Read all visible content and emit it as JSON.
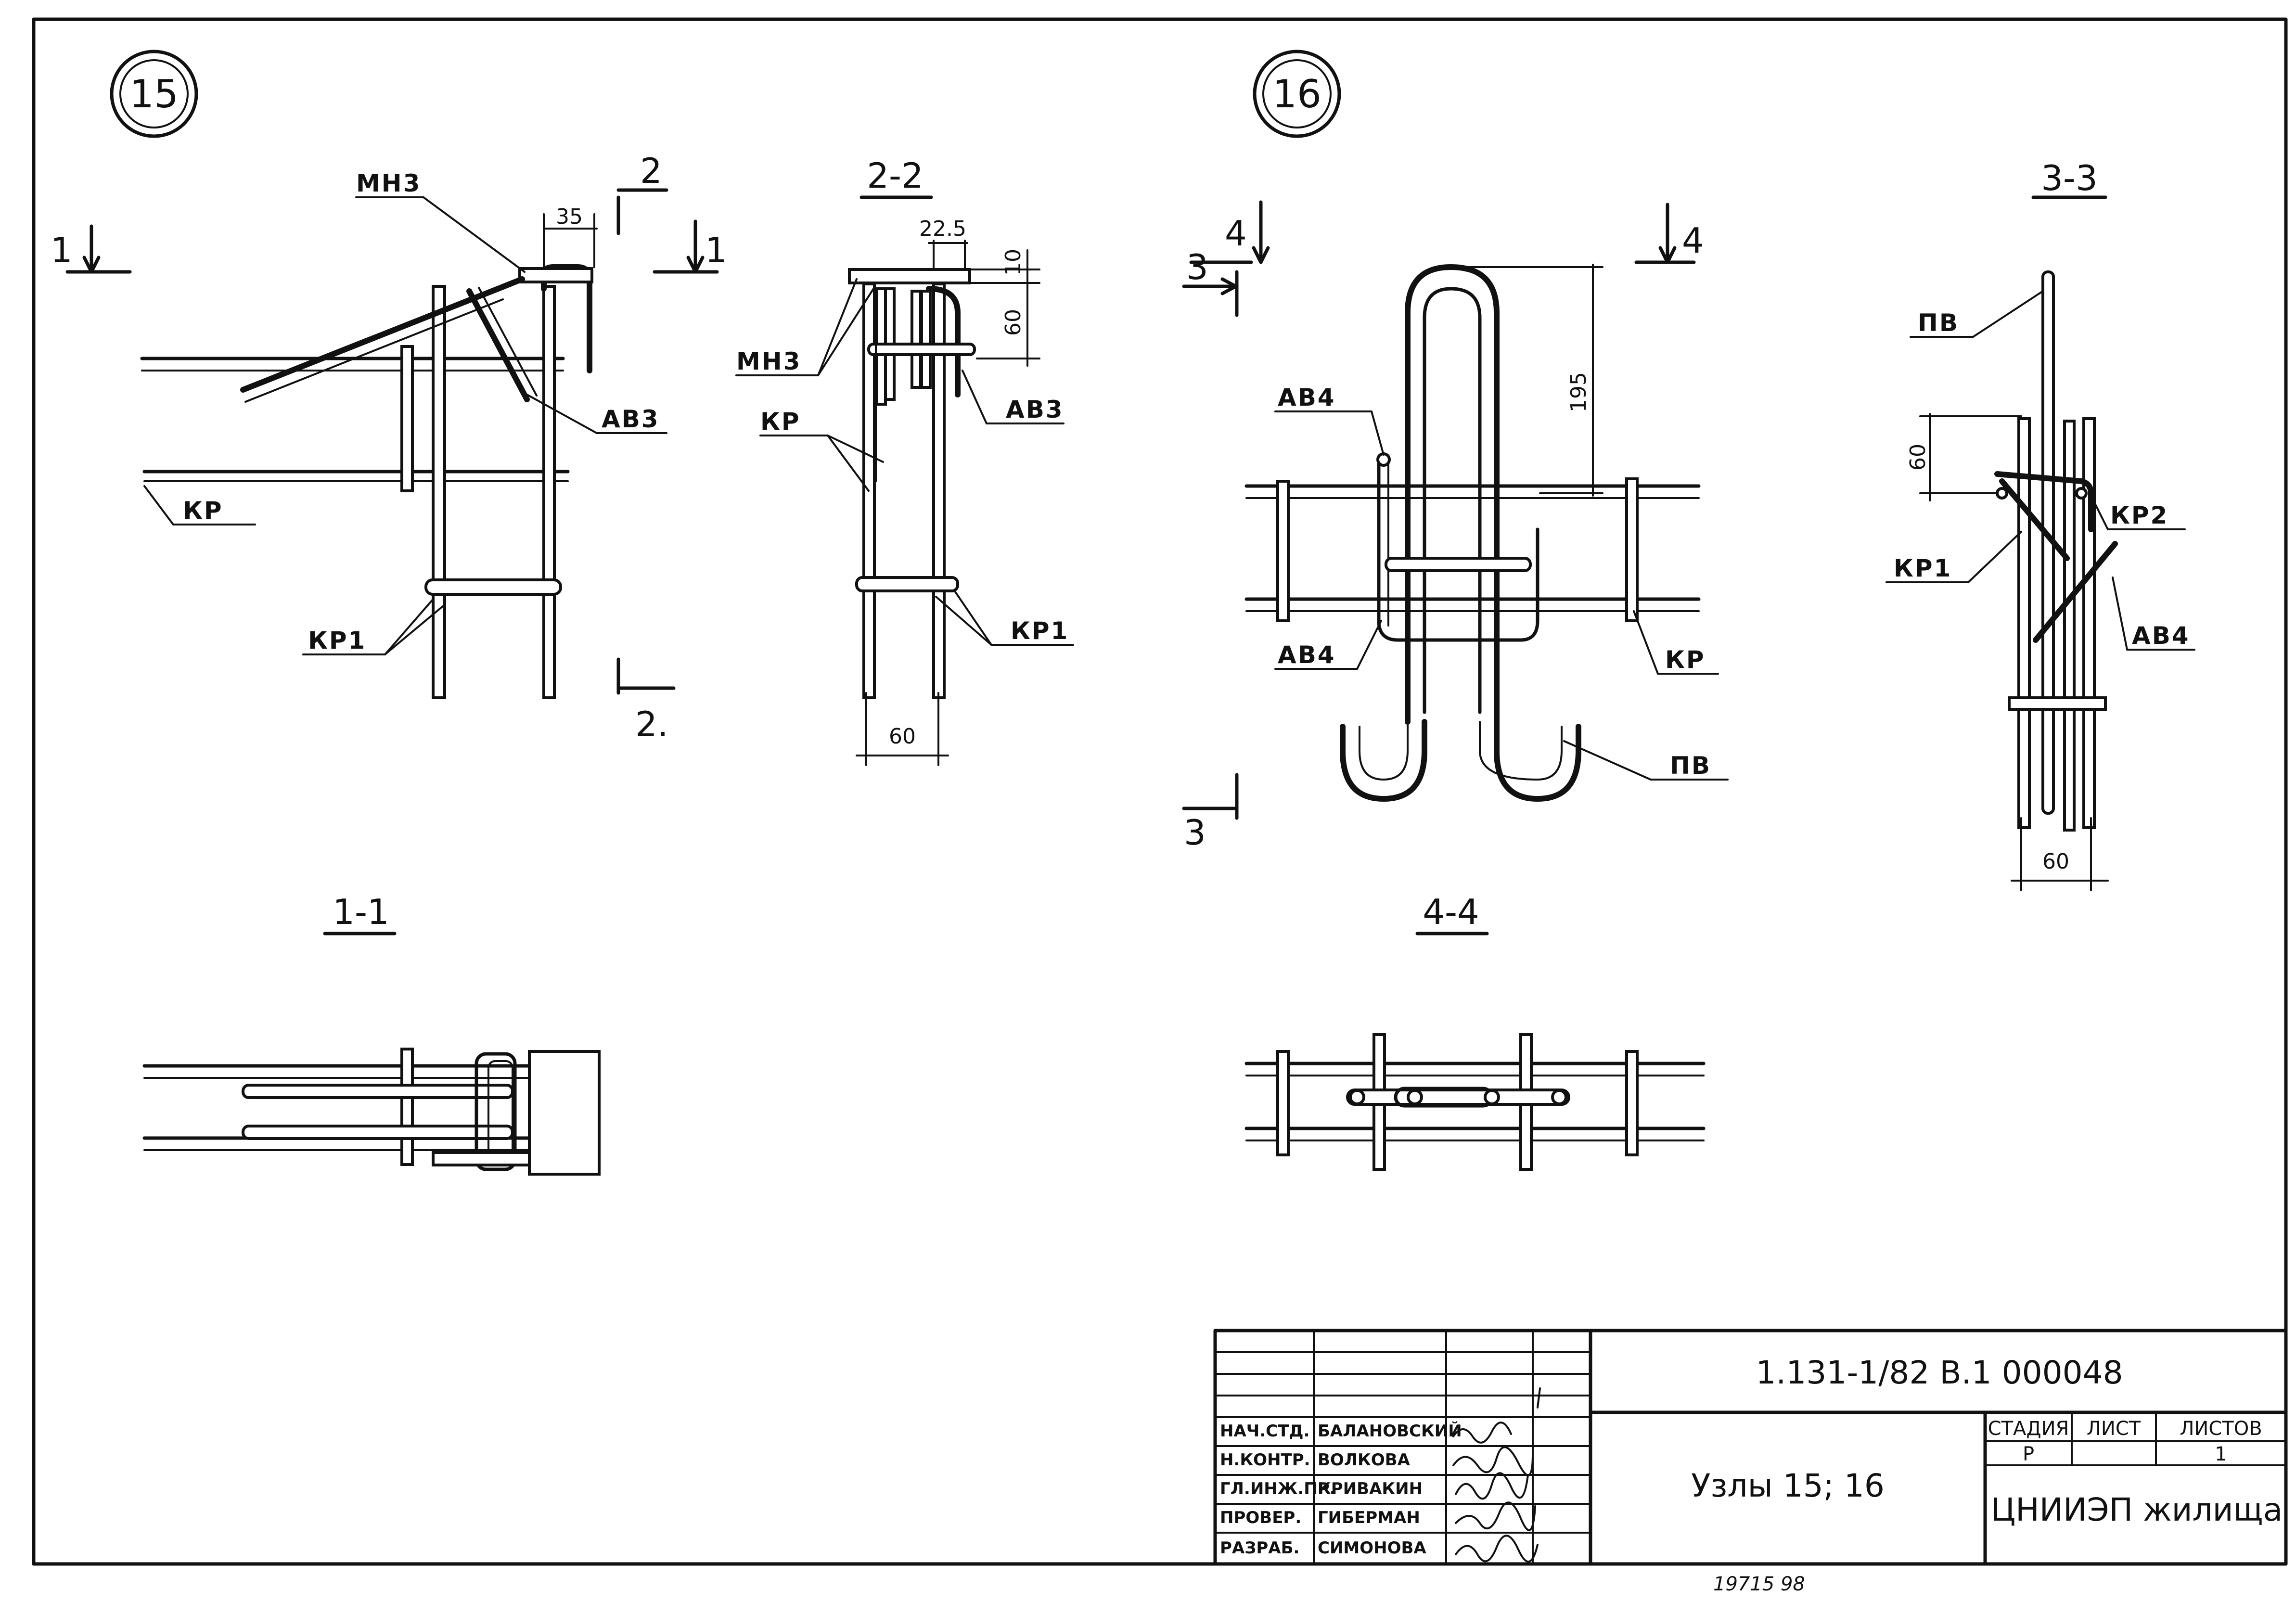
{
  "nodes": {
    "n15": "15",
    "n16": "16"
  },
  "sections": {
    "s11": "1-1",
    "s22": "2-2",
    "s33": "3-3",
    "s44": "4-4"
  },
  "markers": {
    "m1": "1",
    "m2": "2",
    "m2dot": "2.",
    "m3": "3",
    "m4": "4"
  },
  "labels": {
    "mn3": "МН3",
    "av3": "АВ3",
    "av4": "АВ4",
    "kr": "КР",
    "kr1": "КР1",
    "kr2": "КР2",
    "pv": "ПВ"
  },
  "dims": {
    "d35": "35",
    "d22_5": "22.5",
    "d10": "10",
    "d60": "60",
    "d195": "195"
  },
  "title_block": {
    "doc_code": "1.131-1/82 В.1 000048",
    "drawing_title": "Узлы 15; 16",
    "stage_header": "СТАДИЯ",
    "sheet_header": "ЛИСТ",
    "sheets_header": "ЛИСТОВ",
    "stage": "Р",
    "sheets": "1",
    "organization": "ЦНИИЭП жилища",
    "roles": [
      "НАЧ.СТД.",
      "Н.КОНТР.",
      "ГЛ.ИНЖ.ПР.",
      "ПРОВЕР.",
      "РАЗРАБ."
    ],
    "names": [
      "БАЛАНОВСКИЙ",
      "ВОЛКОВА",
      "КРИВАКИН",
      "ГИБЕРМАН",
      "СИМОНОВА"
    ]
  },
  "footer": {
    "archive_number": "19715  98"
  }
}
